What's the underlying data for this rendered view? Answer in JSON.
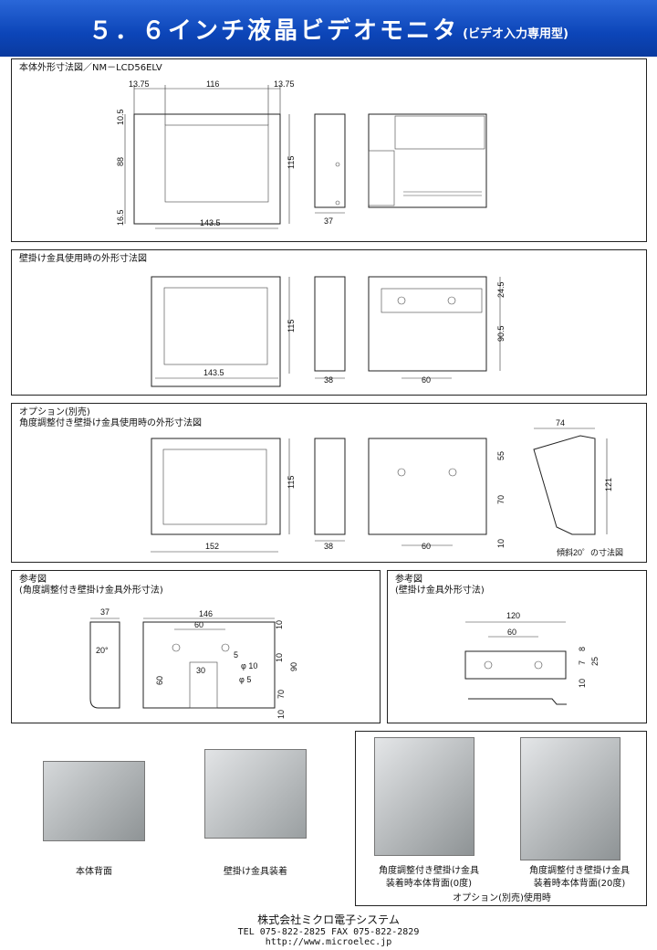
{
  "header": {
    "title": "５．６インチ液晶ビデオモニタ",
    "subtitle": "(ビデオ入力専用型)"
  },
  "panel1": {
    "caption": "本体外形寸法図／NM－LCD56ELV",
    "dims": {
      "top_left": "13.75",
      "top_mid": "116",
      "top_right": "13.75",
      "left_top": "10.5",
      "left_mid": "88",
      "left_bottom": "16.5",
      "bottom": "143.5",
      "right_h": "115",
      "side_w": "37"
    }
  },
  "panel2": {
    "caption": "壁掛け金具使用時の外形寸法図",
    "dims": {
      "bottom": "143.5",
      "right_h": "115",
      "side_w": "38",
      "back_w": "60",
      "back_top": "24.5",
      "back_h": "90.5"
    }
  },
  "panel3": {
    "caption": "オプション(別売)\n角度調整付き壁掛け金具使用時の外形寸法図",
    "dims": {
      "bottom": "152",
      "right_h": "115",
      "side_w": "38",
      "back_w": "60",
      "back_top": "55",
      "back_mid": "70",
      "back_bottom": "10",
      "tilt_w": "74",
      "tilt_h": "121"
    },
    "tilt_caption": "傾斜20゜の寸法図"
  },
  "panel4": {
    "caption": "参考図\n(角度調整付き壁掛け金具外形寸法)",
    "dims": {
      "side_w": "37",
      "angle": "20°",
      "w": "146",
      "hole_pitch": "60",
      "d10a": "10",
      "d5": "5",
      "d10b": "10",
      "phi10": "φ 10",
      "phi5": "φ 5",
      "d30": "30",
      "h60": "60",
      "h70": "70",
      "h90": "90",
      "h10": "10"
    }
  },
  "panel5": {
    "caption": "参考図\n(壁掛け金具外形寸法)",
    "dims": {
      "w": "120",
      "pitch": "60",
      "d8": "8",
      "d7": "7",
      "d25": "25",
      "d10": "10"
    }
  },
  "photos": {
    "back_caption": "本体背面",
    "wall_caption": "壁掛け金具装着",
    "angle0_caption": "角度調整付き壁掛け金具\n装着時本体背面(0度)",
    "angle20_caption": "角度調整付き壁掛け金具\n装着時本体背面(20度)",
    "option_caption": "オプション(別売)使用時"
  },
  "footer": {
    "company": "株式会社ミクロ電子システム",
    "tel": "TEL 075-822-2825 FAX 075-822-2829",
    "url": "http://www.microelec.jp"
  }
}
